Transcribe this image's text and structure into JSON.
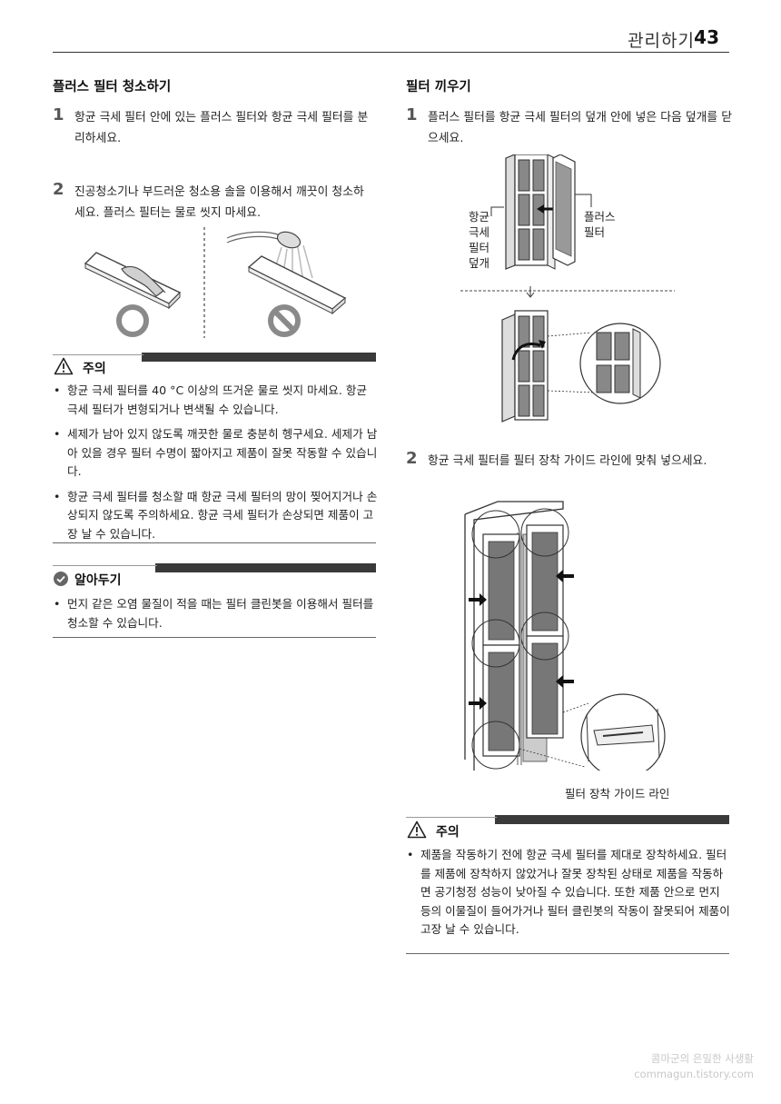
{
  "header": {
    "section": "관리하기",
    "page": "43"
  },
  "left": {
    "heading": "플러스 필터 청소하기",
    "steps": [
      {
        "num": "1",
        "text": "항균 극세 필터 안에 있는 플러스 필터와 항균 극세 필터를 분리하세요."
      },
      {
        "num": "2",
        "text": "진공청소기나 부드러운 청소용 솔을 이용해서 깨끗이 청소하세요. 플러스 필터는 물로 씻지 마세요."
      }
    ],
    "caution": {
      "title": "주의",
      "items": [
        "항균 극세 필터를 40 °C 이상의 뜨거운 물로 씻지 마세요. 항균 극세 필터가 변형되거나 변색될 수 있습니다.",
        "세제가 남아 있지 않도록 깨끗한 물로 충분히 헹구세요. 세제가 남아 있을 경우 필터 수명이 짧아지고 제품이 잘못 작동할 수 있습니다.",
        "항균 극세 필터를 청소할 때 항균 극세 필터의 망이 찢어지거나 손상되지 않도록 주의하세요. 항균 극세 필터가 손상되면 제품이 고장 날 수 있습니다."
      ]
    },
    "note": {
      "title": "알아두기",
      "items": [
        "먼지 같은 오염 물질이 적을 때는 필터 클린봇을 이용해서 필터를 청소할 수 있습니다."
      ]
    }
  },
  "right": {
    "heading": "필터 끼우기",
    "steps": [
      {
        "num": "1",
        "text": "플러스 필터를 항균 극세 필터의 덮개 안에 넣은 다음 덮개를 닫으세요."
      },
      {
        "num": "2",
        "text": "항균 극세 필터를 필터 장착 가이드 라인에 맞춰 넣으세요."
      }
    ],
    "labels": {
      "antibacterial_cover": "항균 극세 필터 덮개",
      "plus_filter": "플러스 필터",
      "guide_line": "필터 장착 가이드 라인"
    },
    "caution": {
      "title": "주의",
      "items": [
        "제품을 작동하기 전에 항균 극세 필터를 제대로 장착하세요. 필터를 제품에 장착하지 않았거나 잘못 장착된 상태로 제품을 작동하면 공기청정 성능이 낮아질 수 있습니다. 또한 제품 안으로 먼지 등의 이물질이 들어가거나 필터 클린봇의 작동이 잘못되어 제품이 고장 날 수 있습니다."
      ]
    }
  },
  "watermark": {
    "line1": "콤마군의 은밀한 사생활",
    "line2": "commagun.tistory.com"
  }
}
